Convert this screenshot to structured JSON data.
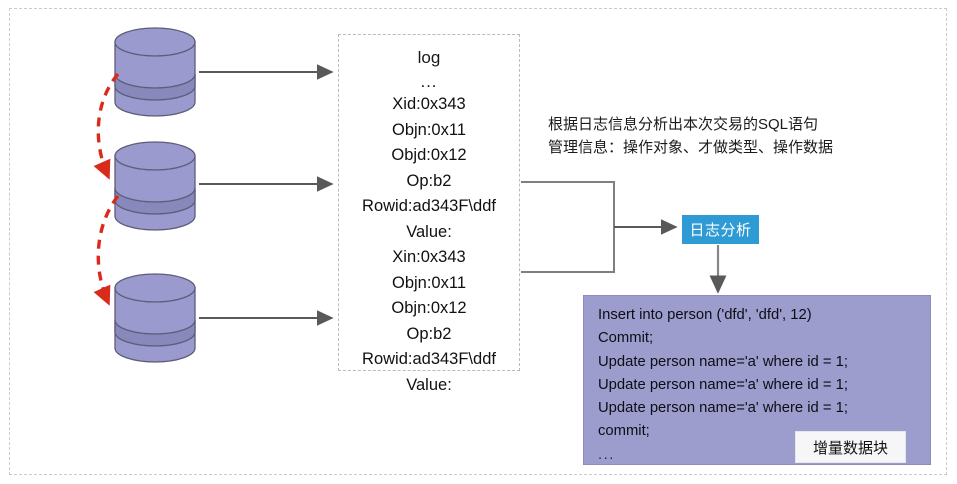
{
  "diagram": {
    "frame_label": "outer-dashed-frame",
    "databases": [
      {
        "name": "database-cylinder-1"
      },
      {
        "name": "database-cylinder-2"
      },
      {
        "name": "database-cylinder-3"
      }
    ],
    "log_box": {
      "title": "log",
      "ellipsis": "...",
      "lines": [
        "Xid:0x343",
        "Objn:0x11",
        "Objd:0x12",
        "Op:b2",
        "Rowid:ad343F\\ddf",
        "Value:",
        "Xin:0x343",
        "Objn:0x11",
        "Objn:0x12",
        "Op:b2",
        "Rowid:ad343F\\ddf",
        "Value:"
      ]
    },
    "annotation": {
      "line1": "根据日志信息分析出本次交易的SQL语句",
      "line2": "管理信息：操作对象、才做类型、操作数据"
    },
    "analysis_chip": {
      "label": "日志分析"
    },
    "sql_block": {
      "lines": [
        "Insert into person ('dfd', 'dfd', 12)",
        "Commit;",
        "Update person name='a' where id = 1;",
        "Update person name='a' where id = 1;",
        "Update person name='a' where id = 1;",
        "commit;"
      ],
      "ellipsis": "...",
      "chunk_label": "增量数据块"
    },
    "colors": {
      "cylinder_body": "#9a9ace",
      "cylinder_band": "#8888bb",
      "cylinder_stroke": "#5c5c7a",
      "sql_block_fill": "#9d9dcd",
      "chip_blue": "#2E9BD5",
      "arrow_gray": "#595959",
      "dashed_red": "#d92b1c",
      "frame_dash": "#c9c9cf"
    }
  }
}
